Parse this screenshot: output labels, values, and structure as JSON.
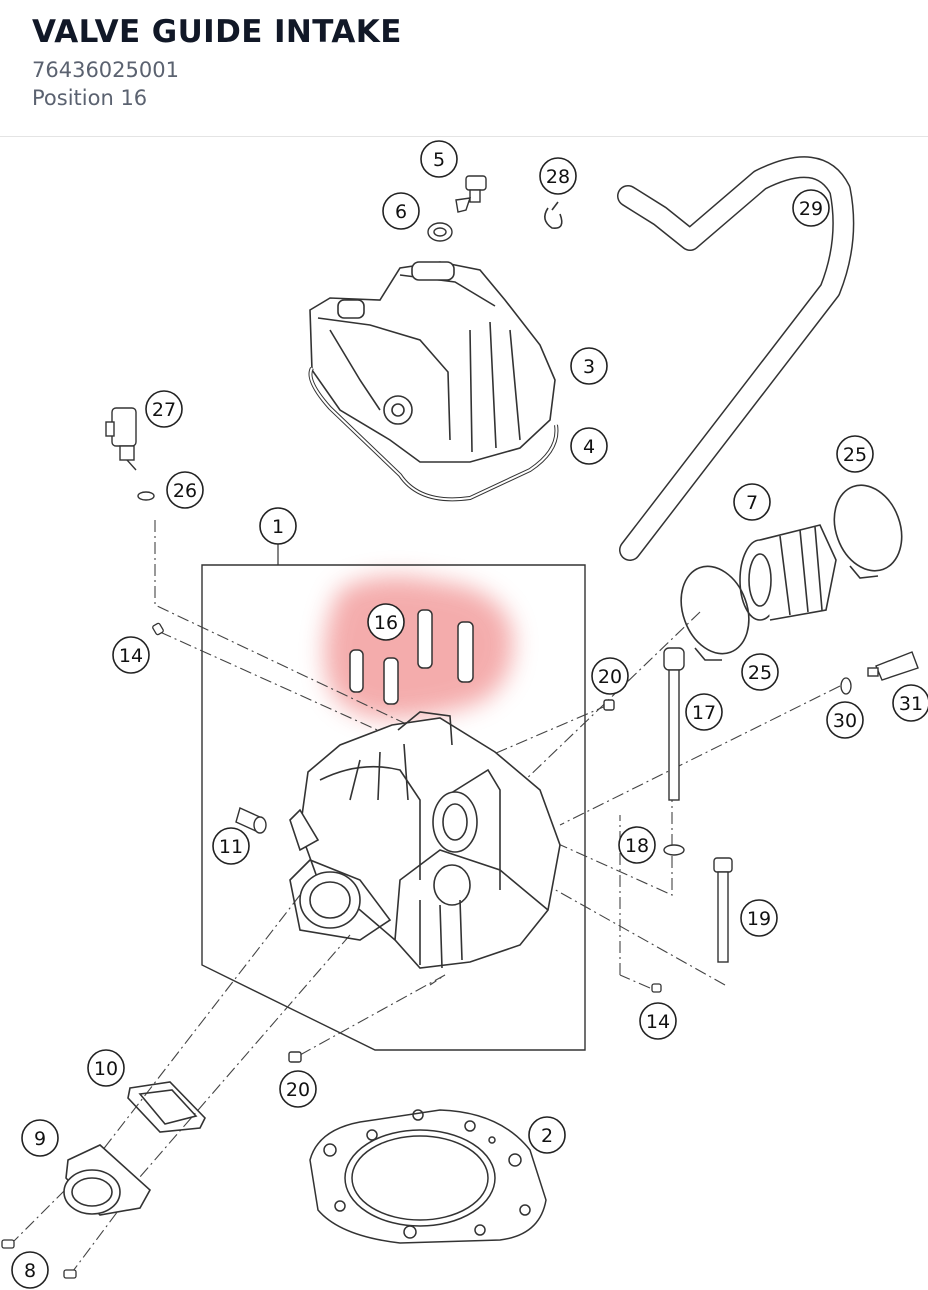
{
  "header": {
    "title": "VALVE GUIDE INTAKE",
    "part_number": "76436025001",
    "position": "Position 16"
  },
  "colors": {
    "highlight": "#f08a8a",
    "line": "#333333",
    "background": "#ffffff"
  },
  "callouts": [
    {
      "id": "c1",
      "label": "1"
    },
    {
      "id": "c2",
      "label": "2"
    },
    {
      "id": "c3",
      "label": "3"
    },
    {
      "id": "c4",
      "label": "4"
    },
    {
      "id": "c5",
      "label": "5"
    },
    {
      "id": "c6",
      "label": "6"
    },
    {
      "id": "c7",
      "label": "7"
    },
    {
      "id": "c8",
      "label": "8"
    },
    {
      "id": "c9",
      "label": "9"
    },
    {
      "id": "c10",
      "label": "10"
    },
    {
      "id": "c11",
      "label": "11"
    },
    {
      "id": "c14a",
      "label": "14"
    },
    {
      "id": "c14b",
      "label": "14"
    },
    {
      "id": "c16",
      "label": "16"
    },
    {
      "id": "c17",
      "label": "17"
    },
    {
      "id": "c18",
      "label": "18"
    },
    {
      "id": "c19",
      "label": "19"
    },
    {
      "id": "c20a",
      "label": "20"
    },
    {
      "id": "c20b",
      "label": "20"
    },
    {
      "id": "c25a",
      "label": "25"
    },
    {
      "id": "c25b",
      "label": "25"
    },
    {
      "id": "c26",
      "label": "26"
    },
    {
      "id": "c27",
      "label": "27"
    },
    {
      "id": "c28",
      "label": "28"
    },
    {
      "id": "c29",
      "label": "29"
    },
    {
      "id": "c30",
      "label": "30"
    },
    {
      "id": "c31",
      "label": "31"
    }
  ]
}
